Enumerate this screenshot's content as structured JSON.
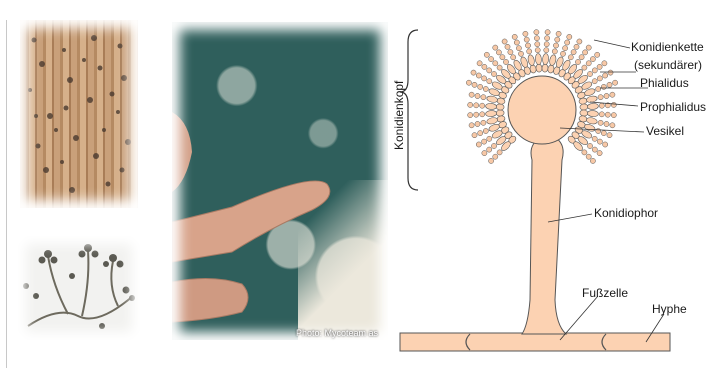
{
  "photos": {
    "wood_icon": "wood-surface-mold-photo",
    "micro_icon": "microscope-hyphae-photo",
    "wall_icon": "wall-mold-with-finger-photo",
    "credit": "Photo: Mycoteam as"
  },
  "diagram": {
    "head_label": "Konidienkopf",
    "labels": {
      "konidienkette": "Konidienkette",
      "sekundaerer": "(sekundärer)",
      "phialidus": "Phialidus",
      "prophialidus": "Prophialidus",
      "vesikel": "Vesikel",
      "konidiophor": "Konidiophor",
      "fusszelle": "Fußzelle",
      "hyphe": "Hyphe"
    },
    "colors": {
      "fill": "#fcd2b2",
      "stroke": "#555555",
      "chain": "#f7c8a6"
    }
  }
}
